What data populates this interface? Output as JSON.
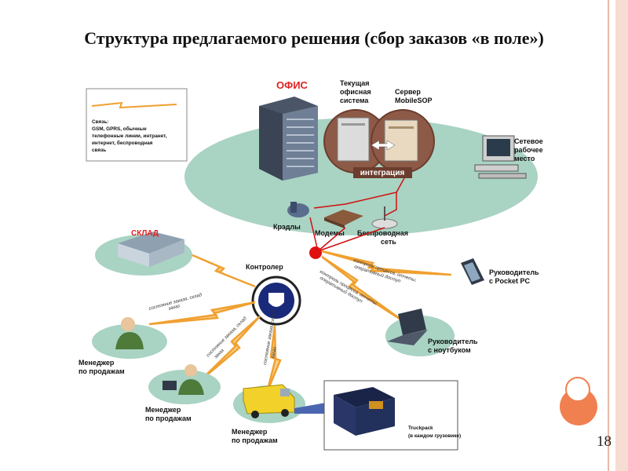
{
  "title": "Структура предлагаемого решения (сбор заказов «в поле»)",
  "slide_number": "18",
  "diagram": {
    "office": "ОФИС",
    "warehouse": "СКЛАД",
    "current_system": [
      "Текущая",
      "офисная",
      "система"
    ],
    "server": [
      "Сервер",
      "MobileSOP"
    ],
    "integration": "интеграция",
    "workstation": [
      "Сетевое",
      "рабочее",
      "место"
    ],
    "legend": [
      "Связь:",
      "GSM, GPRS, обычные",
      "телефонные линии, интранет,",
      "интернет, беспроводная",
      "связь"
    ],
    "cradles": "Крэдлы",
    "modems": "Модемы",
    "wireless": [
      "Беспроводная",
      "сеть"
    ],
    "controller": "Контролер",
    "head_pocket": [
      "Руководитель",
      "с Pocket PC"
    ],
    "head_laptop": [
      "Руководитель",
      "с ноутбуком"
    ],
    "manager_1": [
      "Менеджер",
      "по продажам"
    ],
    "manager_2": [
      "Менеджер",
      "по продажам"
    ],
    "manager_3": [
      "Менеджер",
      "по продажам"
    ],
    "truckpack": [
      "Truckpack",
      "(в каждом грузовике)"
    ],
    "flow_control_1": [
      "контроль процесса, отчеты,",
      "оперативный доступ"
    ],
    "flow_control_2": [
      "контроль процесса, отчеты,",
      "оперативный доступ"
    ],
    "flow_order_1": [
      "состояние заказа, склад",
      "заказ"
    ],
    "flow_order_2": [
      "состояние заказа, склад",
      "заказ"
    ],
    "flow_order_3": [
      "состояние заказа, склад",
      "заказ"
    ]
  },
  "colors": {
    "accent": "#f08050",
    "ellipse": "#a9d3c3",
    "link": "#f0a030"
  }
}
